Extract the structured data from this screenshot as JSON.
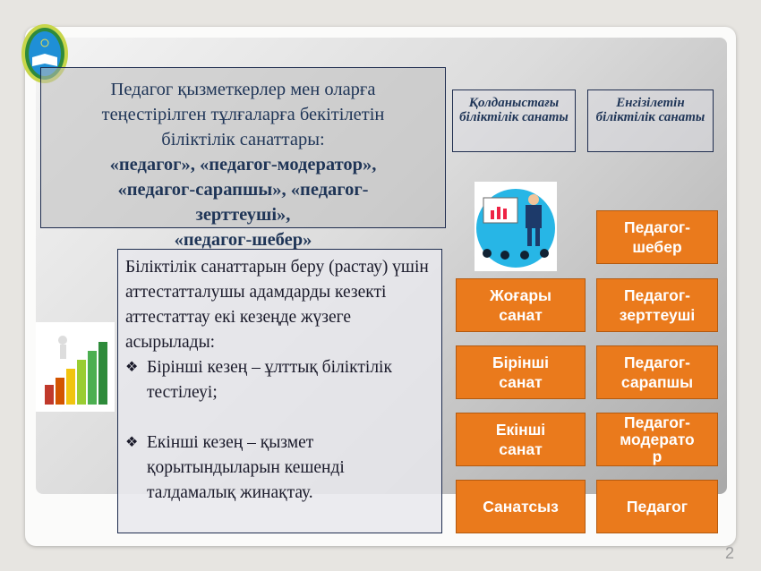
{
  "title": {
    "line1": "Педагог қызметкерлер мен оларға",
    "line2": "теңестірілген тұлғаларға бекітілетін",
    "line3": "біліктілік санаттары:",
    "bold1": "«педагог», «педагог-модератор»,",
    "bold2": "«педагог-сарапшы», «педагог-",
    "bold3": "зерттеуші»,",
    "bold4": "«педагог-шебер»"
  },
  "headers": {
    "current": "Қолданыстағы біліктілік санаты",
    "new": "Енгізілетін біліктілік санаты"
  },
  "body": {
    "intro": "Біліктілік санаттарын беру (растау) үшін аттестатталушы адамдарды кезекті аттестаттау екі кезеңде жүзеге асырылады:",
    "bullet_glyph": "❖",
    "items": [
      "Бірінші кезең – ұлттық біліктілік тестілеуі;",
      "Екінші кезең – қызмет қорытындыларын кешенді талдамалық жинақтау."
    ]
  },
  "current_categories": [
    "Жоғары\nсанат",
    "Бірінші\nсанат",
    "Екінші\nсанат",
    "Санатсыз"
  ],
  "new_categories": [
    "Педагог-\nшебер",
    "Педагог-\nзерттеуші",
    "Педагог-\nсарапшы",
    "Педагог-\nмодерато\nр",
    "Педагог"
  ],
  "page_number": "2",
  "colors": {
    "orange": "#ea7a1c",
    "navy": "#1f3557"
  }
}
